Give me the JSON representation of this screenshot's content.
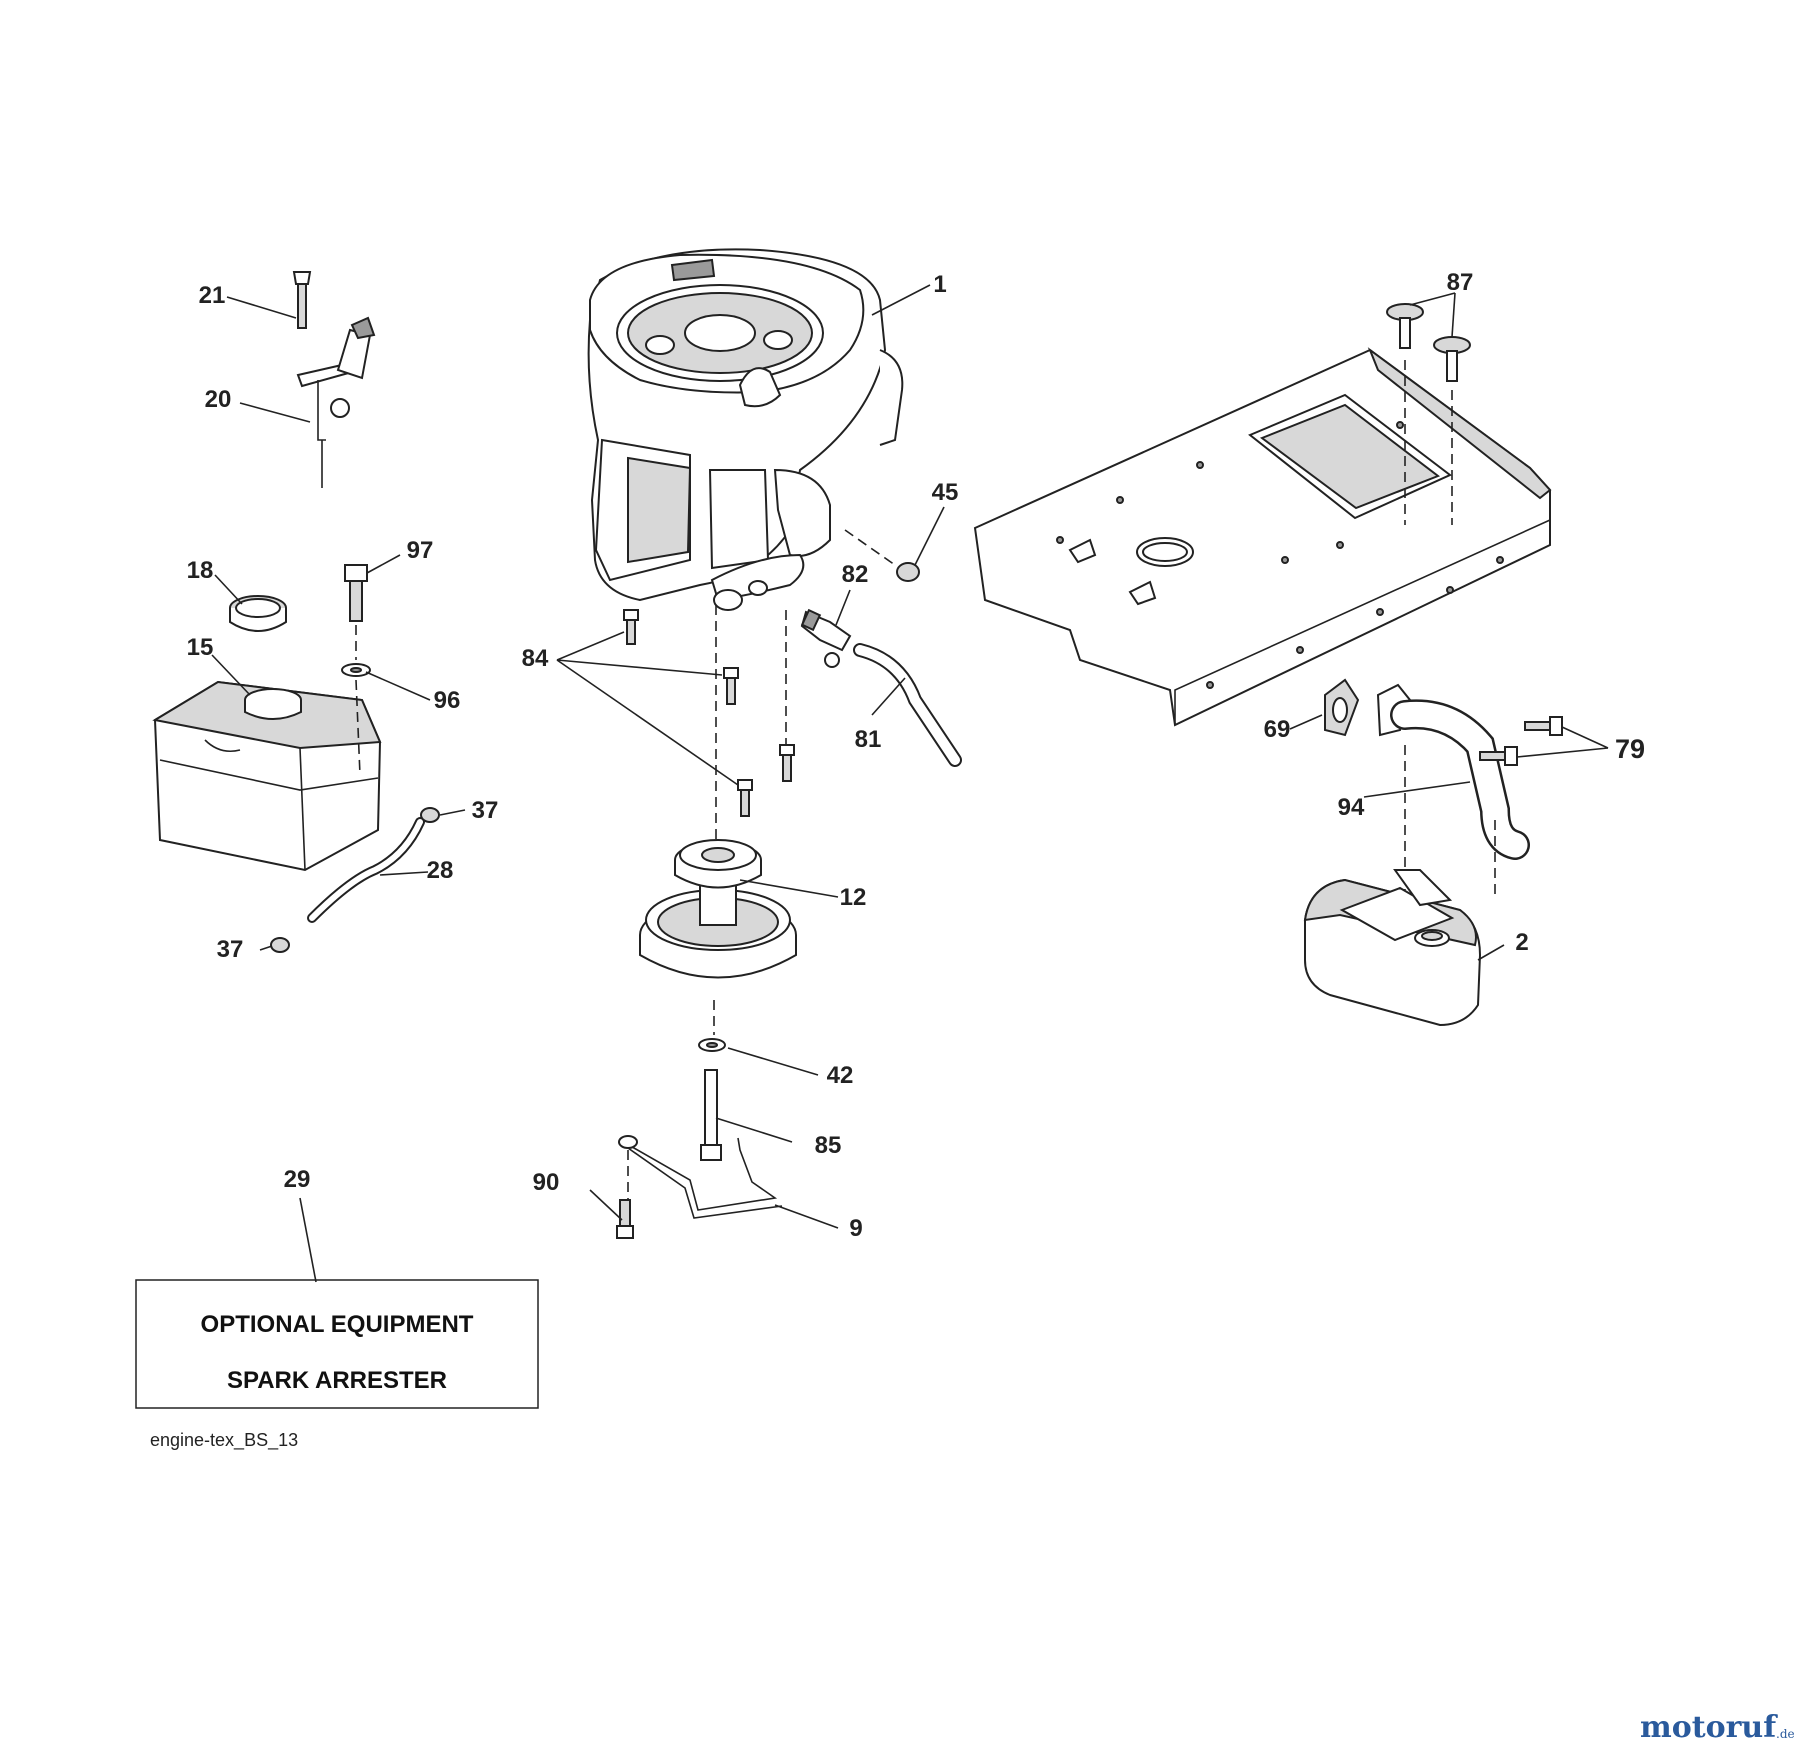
{
  "labels": {
    "l1": "1",
    "l2": "2",
    "l9": "9",
    "l12": "12",
    "l15": "15",
    "l18": "18",
    "l20": "20",
    "l21": "21",
    "l28": "28",
    "l29": "29",
    "l37a": "37",
    "l37b": "37",
    "l42": "42",
    "l45": "45",
    "l69": "69",
    "l79": "79",
    "l81": "81",
    "l82": "82",
    "l84": "84",
    "l85": "85",
    "l87": "87",
    "l90": "90",
    "l94": "94",
    "l96": "96",
    "l97": "97"
  },
  "optional_box": {
    "line1": "OPTIONAL EQUIPMENT",
    "line2": "SPARK ARRESTER"
  },
  "diagram_code": "engine-tex_BS_13",
  "watermark": {
    "main": "motoruf",
    "suffix": ".de"
  }
}
